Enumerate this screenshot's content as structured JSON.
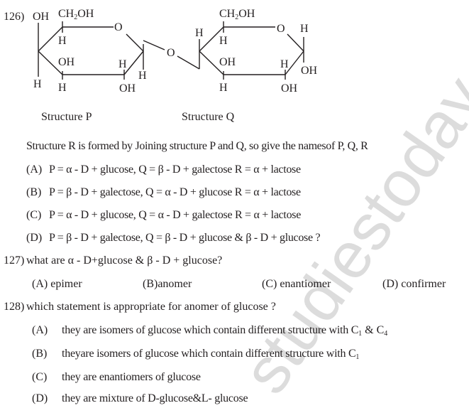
{
  "watermark": {
    "text": "studiestoday.com",
    "color": "#d9d9d9"
  },
  "q126": {
    "number": "126)",
    "structure_p": {
      "caption": "Structure P",
      "labels": {
        "c4_top": "OH",
        "c5_top": "CH",
        "c5_top_sub": "2",
        "c5_top_tail": "OH",
        "c5_bottom": "H",
        "ring_o": "O",
        "c4_bottom": "H",
        "c3_top": "OH",
        "c3_bottom": "H",
        "c2_top": "H",
        "c2_bottom": "OH",
        "c1_bottom": "H"
      }
    },
    "glycosidic_o": "O",
    "structure_q": {
      "caption": "Structure Q",
      "labels": {
        "c5_top": "CH",
        "c5_top_sub": "2",
        "c5_top_tail": "OH",
        "c4_top": "H",
        "c5_bottom": "H",
        "ring_o": "O",
        "c1_top": "H",
        "c1_bottom": "OH",
        "c3_top": "OH",
        "c3_bottom": "H",
        "c2_top": "H",
        "c2_bottom": "OH"
      }
    },
    "question": "Structure R is formed by Joining structure P and Q, so give the namesof P, Q, R",
    "options": [
      {
        "label": "(A)",
        "text": "P = α - D + glucose, Q = β - D + galectose R = α + lactose"
      },
      {
        "label": "(B)",
        "text": "P = β - D + galectose, Q = α - D + glucose R = α + lactose"
      },
      {
        "label": "(C)",
        "text": "P = α - D + glucose, Q = α - D + galectose R = α + lactose"
      },
      {
        "label": "(D)",
        "text": "P = β - D + galectose, Q = β - D + glucose & β - D + glucose ?"
      }
    ]
  },
  "q127": {
    "number": "127)",
    "question": "what are α - D+glucose & β - D + glucose?",
    "options": [
      {
        "label": "(A)",
        "text": " epimer"
      },
      {
        "label": "(B)",
        "text": "anomer"
      },
      {
        "label": "(C)",
        "text": " enantiomer"
      },
      {
        "label": "(D)",
        "text": " confirmer"
      }
    ]
  },
  "q128": {
    "number": "128)",
    "question": "which statement is appropriate for anomer of glucose ?",
    "options": [
      {
        "label": "(A)",
        "text": "they are isomers of glucose which contain different structure with C",
        "sub1": "1",
        "mid": " & C",
        "sub2": "4"
      },
      {
        "label": "(B)",
        "text": "theyare isomers of glucose which contain different structure with C",
        "sub1": "1"
      },
      {
        "label": "(C)",
        "text": "they are enantiomers of glucose"
      },
      {
        "label": "(D)",
        "text": "they are mixture of D-glucose&L- glucose"
      }
    ]
  }
}
